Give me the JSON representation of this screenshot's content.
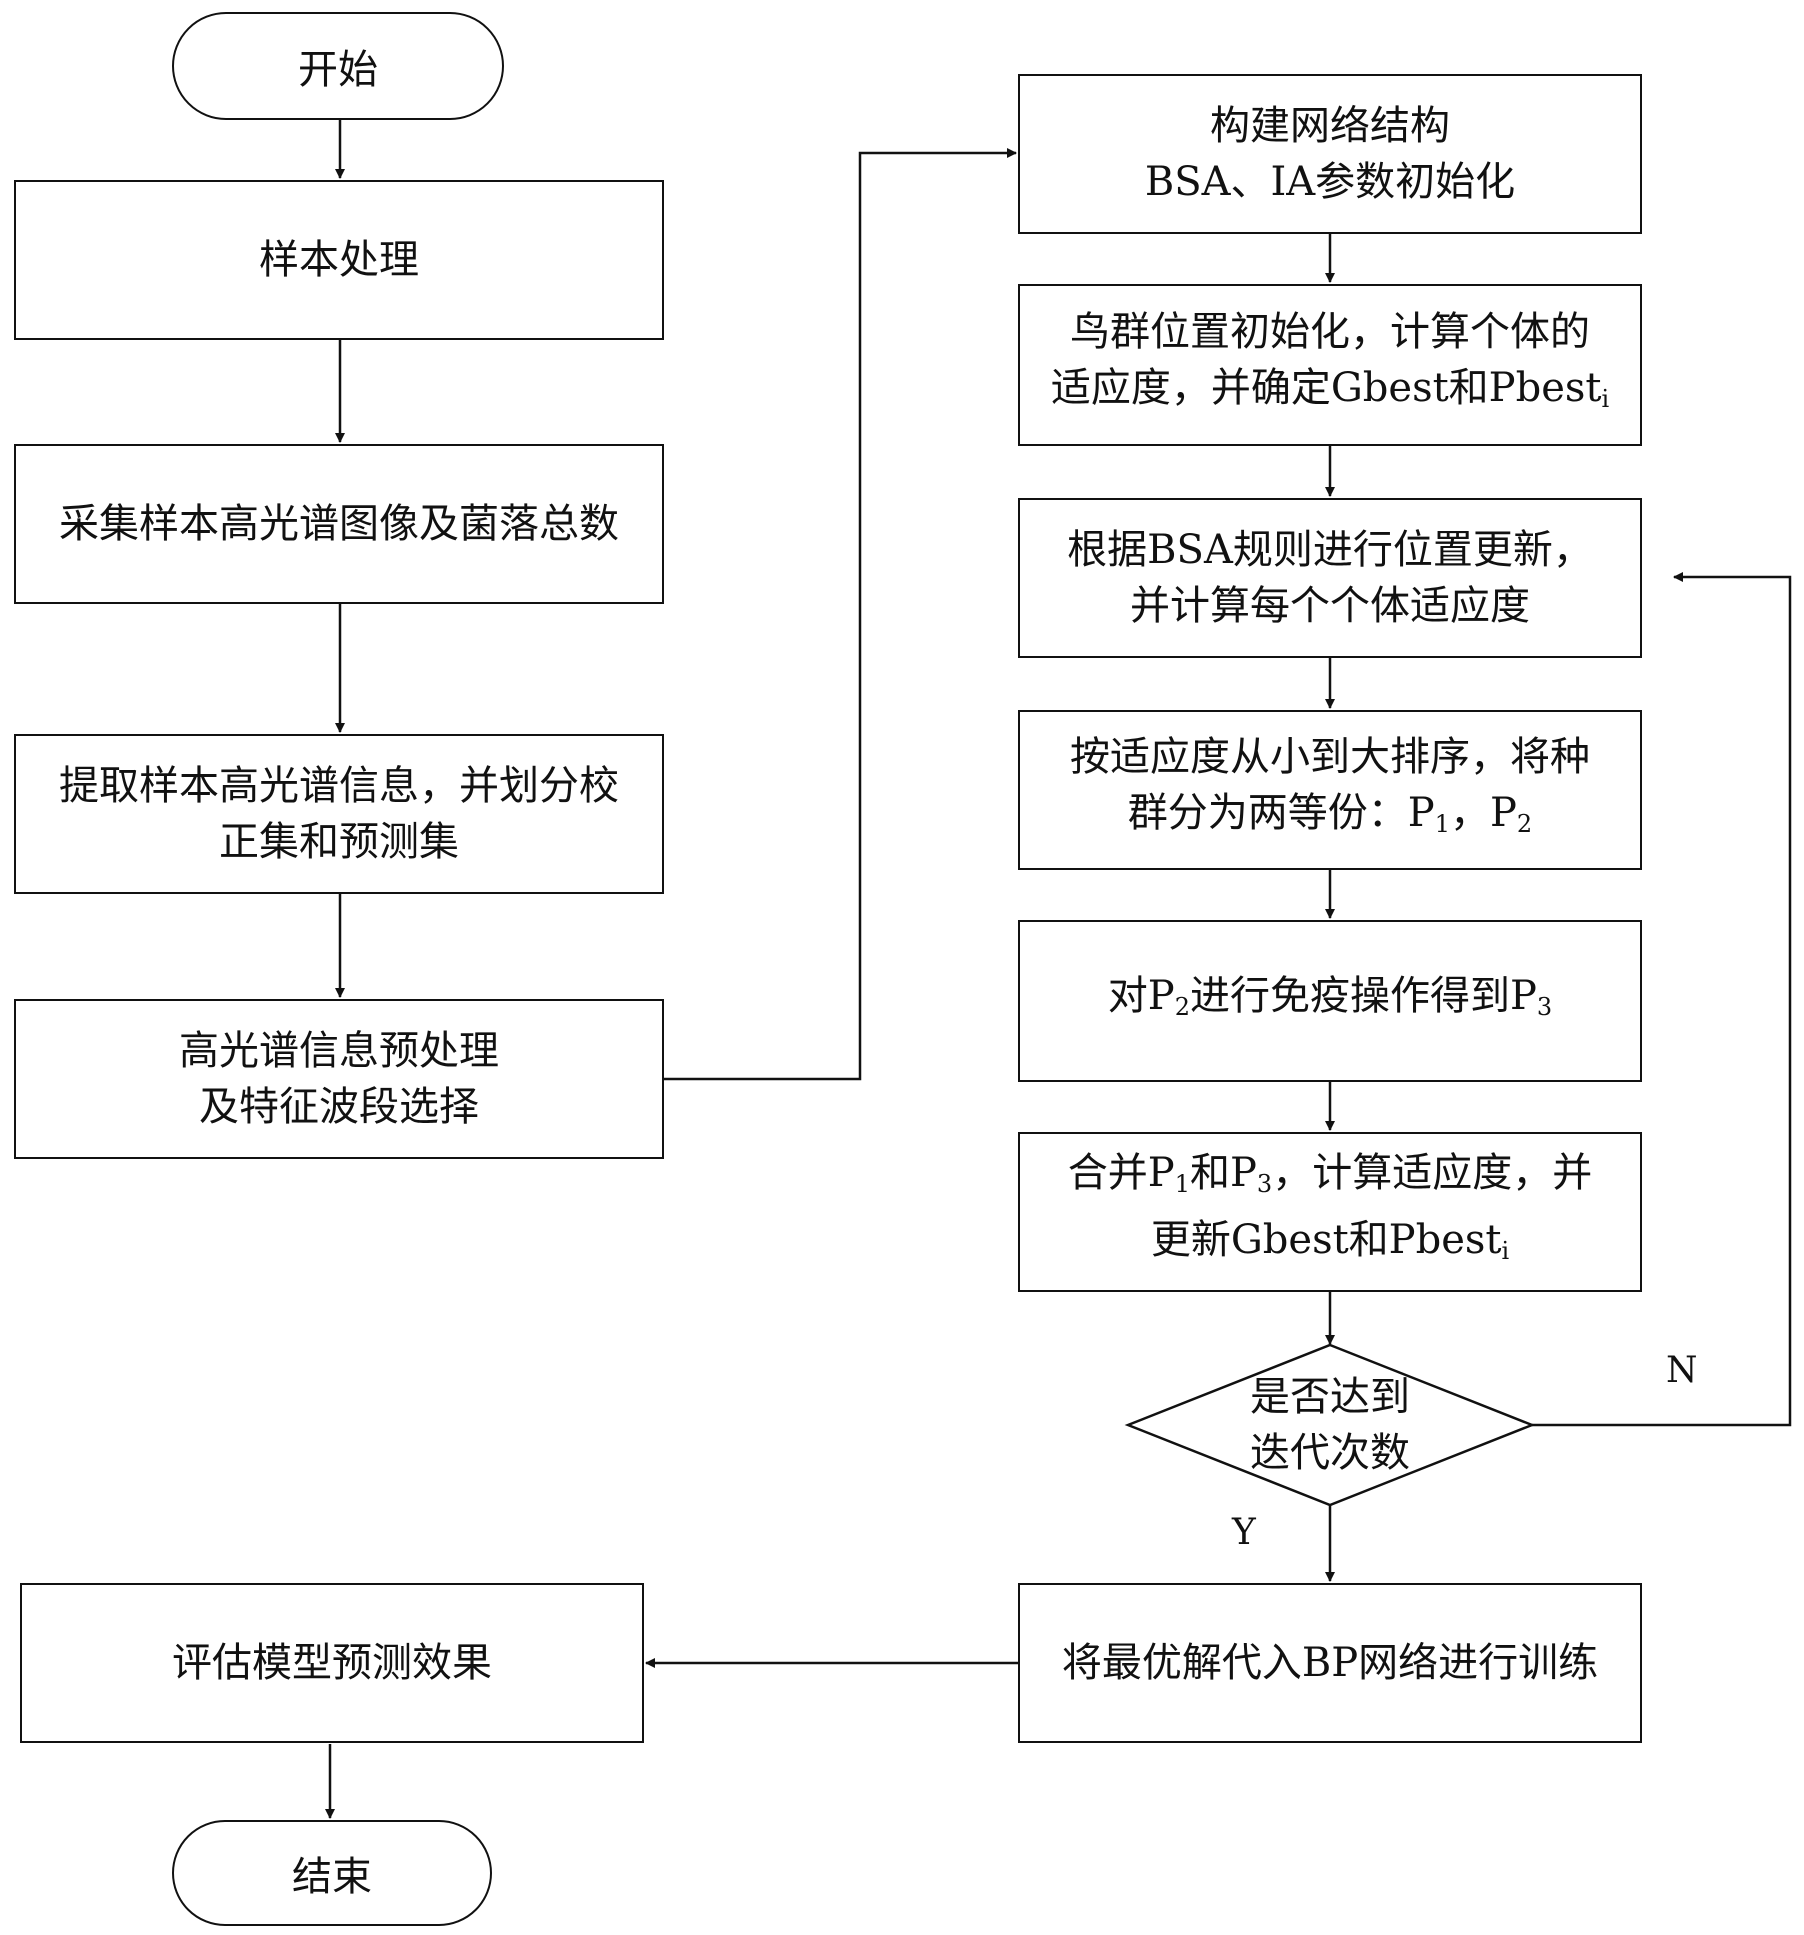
{
  "start": "开始",
  "end": "结束",
  "left_steps": {
    "sample_processing": "样本处理",
    "collect": "采集样本高光谱图像及菌落总数",
    "extract_line1": "提取样本高光谱信息，并划分校",
    "extract_line2": "正集和预测集",
    "preprocess_line1": "高光谱信息预处理",
    "preprocess_line2": "及特征波段选择",
    "evaluate": "评估模型预测效果"
  },
  "right_steps": {
    "build_line1": "构建网络结构",
    "build_line2": "BSA、IA参数初始化",
    "init_line1": "鸟群位置初始化，计算个体的",
    "init_line2_a": "适应度，并确定Gbest和Pbest",
    "init_line2_sub": "i",
    "update_line1": "根据BSA规则进行位置更新，",
    "update_line2": "并计算每个个体适应度",
    "sort_line1": "按适应度从小到大排序，将种",
    "sort_line2_a": "群分为两等份：P",
    "sort_line2_sub1": "1",
    "sort_line2_b": "，P",
    "sort_line2_sub2": "2",
    "immune_a": "对P",
    "immune_sub1": "2",
    "immune_b": "进行免疫操作得到P",
    "immune_sub2": "3",
    "merge_line1_a": "合并P",
    "merge_line1_sub1": "1",
    "merge_line1_b": "和P",
    "merge_line1_sub2": "3",
    "merge_line1_c": "，计算适应度，并",
    "merge_line2_a": "更新Gbest和Pbest",
    "merge_line2_sub": "i",
    "decision_line1": "是否达到",
    "decision_line2": "迭代次数",
    "train": "将最优解代入BP网络进行训练"
  },
  "edge_labels": {
    "no": "N",
    "yes": "Y"
  }
}
